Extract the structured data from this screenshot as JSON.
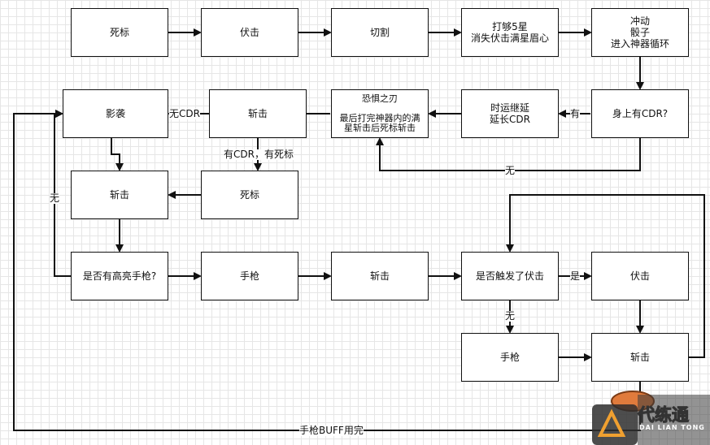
{
  "nodes": {
    "n1": "死标",
    "n2": "伏击",
    "n3": "切割",
    "n4": "打够5星\n消失伏击满星眉心",
    "n5": "冲动\n骰子\n进入神器循环",
    "n6": "身上有CDR?",
    "n7": "时运继延\n延长CDR",
    "n8": "恐惧之刃\n\n最后打完神器内的满\n星斩击后死标斩击",
    "n9": "斩击",
    "n10": "影袭",
    "n11": "斩击",
    "n12": "死标",
    "n13": "是否有高亮手枪?",
    "n14": "手枪",
    "n15": "斩击",
    "n16": "是否触发了伏击",
    "n17": "伏击",
    "n18": "手枪",
    "n19": "斩击"
  },
  "edge_labels": {
    "has": "有",
    "no_cdr": "无CDR",
    "has_cdr_deathmark": "有CDR，有死标",
    "none_loop": "无",
    "none_left": "无",
    "yes": "是",
    "none_ambush": "无",
    "pistol_buff_done": "手枪BUFF用完"
  },
  "watermark": {
    "text": "代练通",
    "sub": "DAI LIAN TONG"
  }
}
